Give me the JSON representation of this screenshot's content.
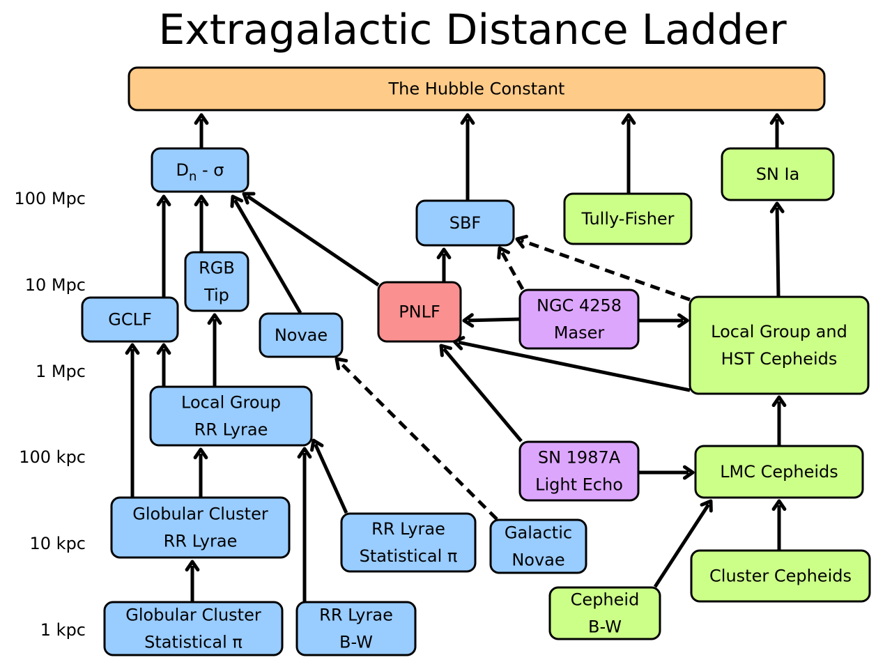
{
  "title": "Extragalactic Distance Ladder",
  "scale_labels": [
    "100 Mpc",
    "10 Mpc",
    "1 Mpc",
    "100 kpc",
    "10 kpc",
    "1 kpc"
  ],
  "colors": {
    "orange": "#fecb88",
    "blue": "#99ccff",
    "red": "#fb9090",
    "purple": "#dda6fd",
    "green": "#ccff88"
  },
  "nodes": {
    "hubble": {
      "lines": [
        "The Hubble Constant"
      ],
      "color": "orange"
    },
    "dn_sigma": {
      "lines": [
        "Dn - σ"
      ],
      "color": "blue"
    },
    "sn_ia": {
      "lines": [
        "SN Ia"
      ],
      "color": "green"
    },
    "sbf": {
      "lines": [
        "SBF"
      ],
      "color": "blue"
    },
    "tully_fisher": {
      "lines": [
        "Tully-Fisher"
      ],
      "color": "green"
    },
    "rgb_tip": {
      "lines": [
        "RGB",
        "Tip"
      ],
      "color": "blue"
    },
    "gclf": {
      "lines": [
        "GCLF"
      ],
      "color": "blue"
    },
    "novae": {
      "lines": [
        "Novae"
      ],
      "color": "blue"
    },
    "pnlf": {
      "lines": [
        "PNLF"
      ],
      "color": "red"
    },
    "ngc4258": {
      "lines": [
        "NGC 4258",
        "Maser"
      ],
      "color": "purple"
    },
    "local_group_hst": {
      "lines": [
        "Local Group and",
        "HST Cepheids"
      ],
      "color": "green"
    },
    "local_group_rr": {
      "lines": [
        "Local Group",
        "RR Lyrae"
      ],
      "color": "blue"
    },
    "sn1987a": {
      "lines": [
        "SN 1987A",
        "Light Echo"
      ],
      "color": "purple"
    },
    "lmc_cepheids": {
      "lines": [
        "LMC Cepheids"
      ],
      "color": "green"
    },
    "globular_rr": {
      "lines": [
        "Globular Cluster",
        "RR Lyrae"
      ],
      "color": "blue"
    },
    "rr_stat": {
      "lines": [
        "RR Lyrae",
        "Statistical π"
      ],
      "color": "blue"
    },
    "galactic_novae": {
      "lines": [
        "Galactic",
        "Novae"
      ],
      "color": "blue"
    },
    "cluster_cepheids": {
      "lines": [
        "Cluster Cepheids"
      ],
      "color": "green"
    },
    "cepheid_bw": {
      "lines": [
        "Cepheid",
        "B-W"
      ],
      "color": "green"
    },
    "globular_stat": {
      "lines": [
        "Globular Cluster",
        "Statistical π"
      ],
      "color": "blue"
    },
    "rr_bw": {
      "lines": [
        "RR Lyrae",
        "B-W"
      ],
      "color": "blue"
    }
  }
}
